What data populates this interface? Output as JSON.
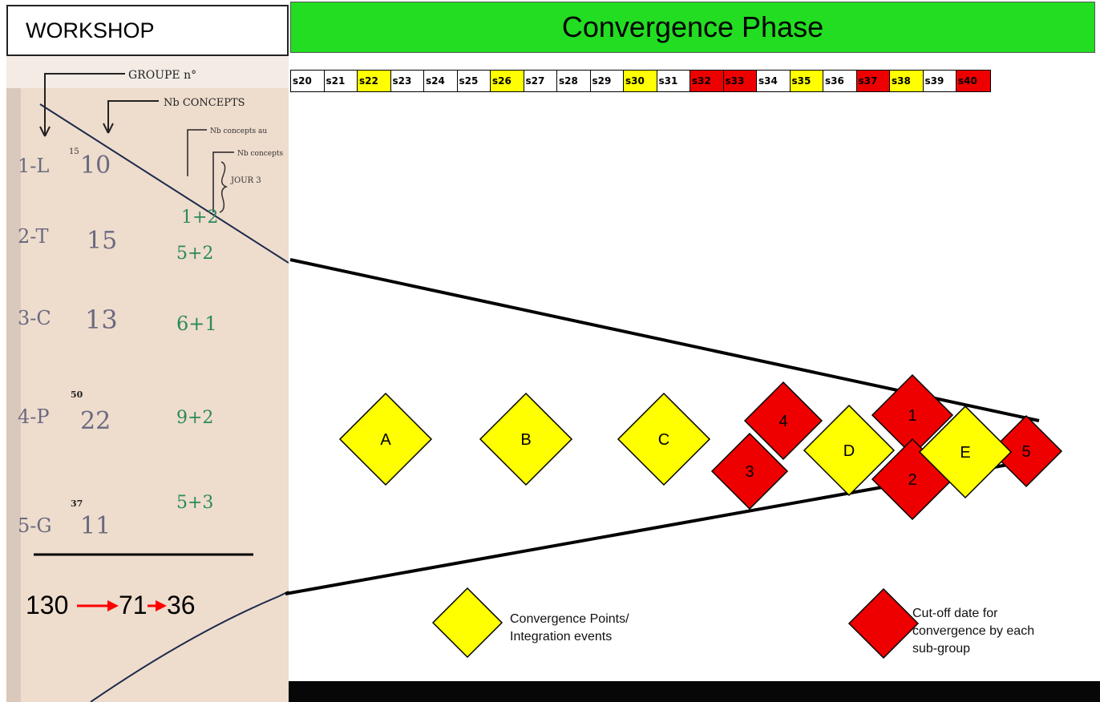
{
  "workshop": {
    "label": "WORKSHOP"
  },
  "phase": {
    "title": "Convergence Phase",
    "header_color": "#22dd22"
  },
  "sprints": [
    {
      "label": "s20",
      "status": "none"
    },
    {
      "label": "s21",
      "status": "none"
    },
    {
      "label": "s22",
      "status": "yellow"
    },
    {
      "label": "s23",
      "status": "none"
    },
    {
      "label": "s24",
      "status": "none"
    },
    {
      "label": "s25",
      "status": "none"
    },
    {
      "label": "s26",
      "status": "yellow"
    },
    {
      "label": "s27",
      "status": "none"
    },
    {
      "label": "s28",
      "status": "none"
    },
    {
      "label": "s29",
      "status": "none"
    },
    {
      "label": "s30",
      "status": "yellow"
    },
    {
      "label": "s31",
      "status": "none"
    },
    {
      "label": "s32",
      "status": "red"
    },
    {
      "label": "s33",
      "status": "red"
    },
    {
      "label": "s34",
      "status": "none"
    },
    {
      "label": "s35",
      "status": "yellow"
    },
    {
      "label": "s36",
      "status": "none"
    },
    {
      "label": "s37",
      "status": "red"
    },
    {
      "label": "s38",
      "status": "yellow"
    },
    {
      "label": "s39",
      "status": "none"
    },
    {
      "label": "s40",
      "status": "red"
    }
  ],
  "status_colors": {
    "yellow": "#ffff00",
    "red": "#ee0000",
    "none": "#ffffff"
  },
  "photo": {
    "header_groupe": "GROUPE n°",
    "header_concepts": "Nb CONCEPTS",
    "header_note1": "Nb concepts au",
    "header_note2": "Nb concepts",
    "header_jour": "JOUR 3",
    "rows": [
      {
        "group": "1-L",
        "superscript": "15",
        "concepts": "10",
        "split": "1+2"
      },
      {
        "group": "2-T",
        "superscript": "",
        "concepts": "15",
        "split": "5+2"
      },
      {
        "group": "3-C",
        "superscript": "",
        "concepts": "13",
        "split": "6+1"
      },
      {
        "group": "4-P",
        "superscript": "50",
        "concepts": "22",
        "split": "9+2"
      },
      {
        "group": "5-G",
        "superscript": "37",
        "concepts": "11",
        "split": "5+3"
      }
    ],
    "totals": [
      "130",
      "71",
      "36"
    ]
  },
  "convergence_points": [
    "A",
    "B",
    "C",
    "D",
    "E"
  ],
  "cutoff_points": [
    "1",
    "2",
    "3",
    "4",
    "5"
  ],
  "legend": {
    "yellow_line1": "Convergence Points/",
    "yellow_line2": "Integration events",
    "red_line1": "Cut-off date for",
    "red_line2": "convergence by each",
    "red_line3": "sub-group"
  },
  "colors": {
    "convergence": "#ffff00",
    "cutoff": "#ee0000",
    "arrow": "#ff0000"
  }
}
